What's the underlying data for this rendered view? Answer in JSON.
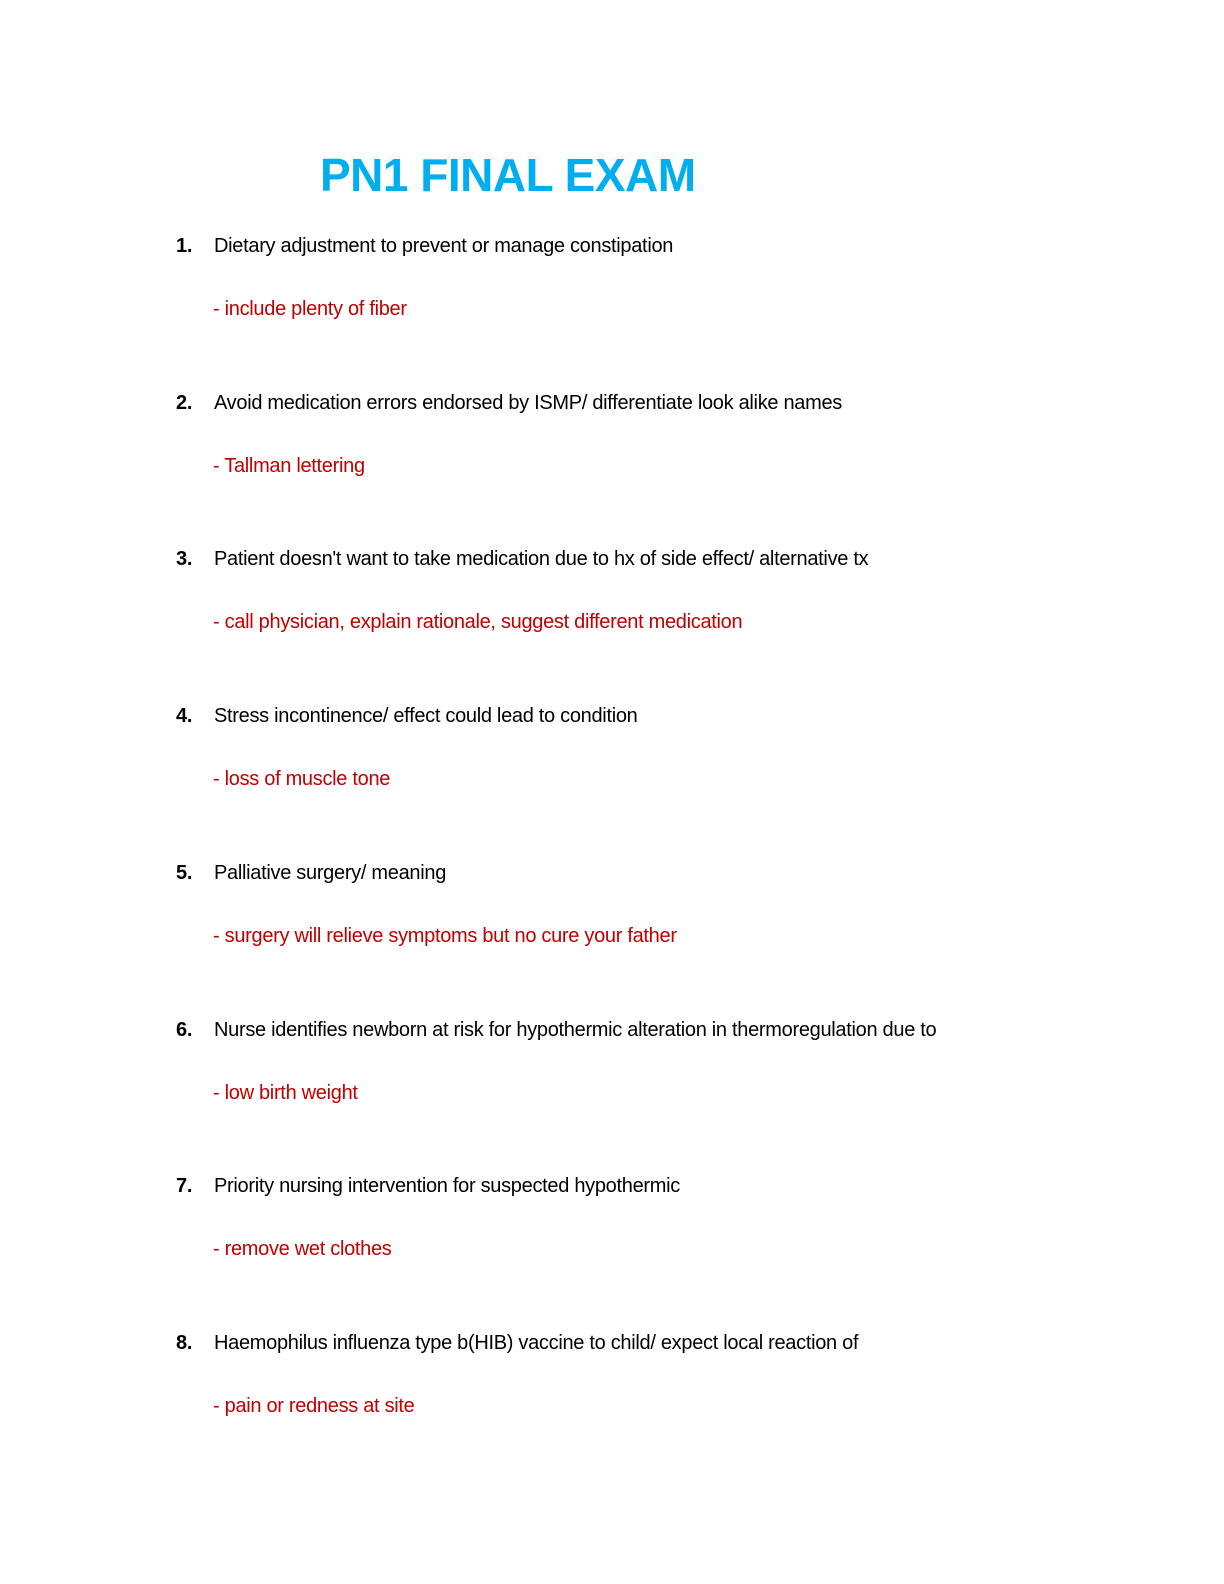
{
  "document": {
    "title": "PN1 FINAL EXAM",
    "colors": {
      "title": "#00aeef",
      "answer": "#c00000",
      "question": "#000000"
    },
    "questions": [
      {
        "number": "1.",
        "text": "Dietary adjustment to prevent or manage constipation",
        "answer": "- include plenty of fiber"
      },
      {
        "number": "2.",
        "text": "Avoid medication errors endorsed by ISMP/ differentiate look alike names",
        "answer": "- Tallman lettering"
      },
      {
        "number": "3.",
        "text": "Patient doesn't want to take medication due to hx of side effect/ alternative tx",
        "answer": "- call physician, explain rationale, suggest different medication"
      },
      {
        "number": "4.",
        "text": "Stress incontinence/ effect could lead to condition",
        "answer": "- loss of muscle tone"
      },
      {
        "number": "5.",
        "text": "Palliative surgery/ meaning",
        "answer": "- surgery will relieve symptoms but no cure your father"
      },
      {
        "number": "6.",
        "text": "Nurse identifies newborn at risk for hypothermic alteration in thermoregulation due to",
        "answer": "- low birth weight"
      },
      {
        "number": "7.",
        "text": "Priority nursing intervention for suspected hypothermic",
        "answer": "- remove wet clothes"
      },
      {
        "number": "8.",
        "text": "Haemophilus influenza type b(HIB) vaccine to child/ expect local reaction of",
        "answer": "- pain or redness at site"
      }
    ]
  }
}
